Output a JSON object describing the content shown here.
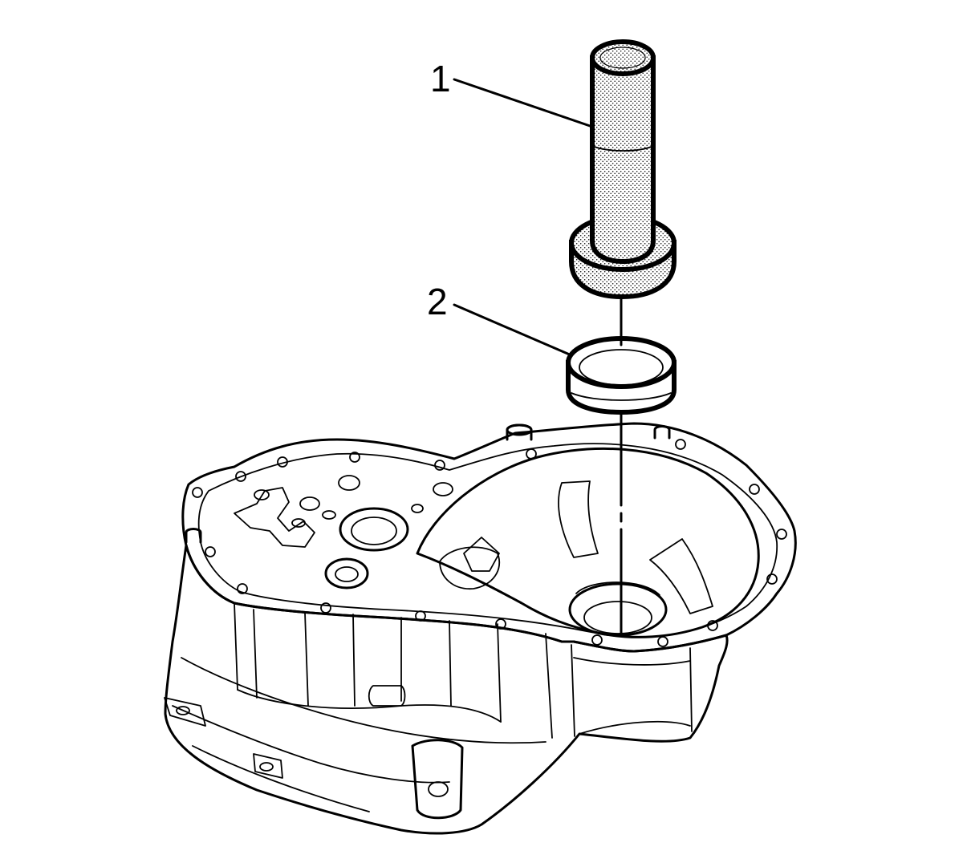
{
  "callouts": [
    {
      "id": "1",
      "label": "1"
    },
    {
      "id": "2",
      "label": "2"
    }
  ],
  "colors": {
    "ink": "#000000",
    "background": "#ffffff",
    "stipple": "#000000"
  }
}
